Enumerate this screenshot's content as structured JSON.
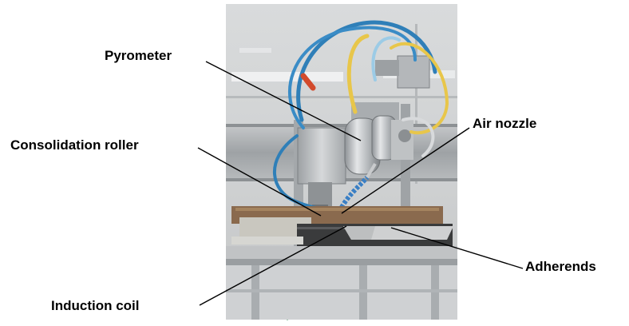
{
  "labels": {
    "pyrometer": "Pyrometer",
    "consolidation_roller": "Consolidation roller",
    "air_nozzle": "Air nozzle",
    "adherends": "Adherends",
    "induction_coil": "Induction coil"
  },
  "colors": {
    "cable_blue": "#2f7fb8",
    "cable_yellow": "#e8c64a",
    "metal": "#b8bcc0",
    "coil_copper": "#d25a2a",
    "wood": "#8a6a4e"
  }
}
